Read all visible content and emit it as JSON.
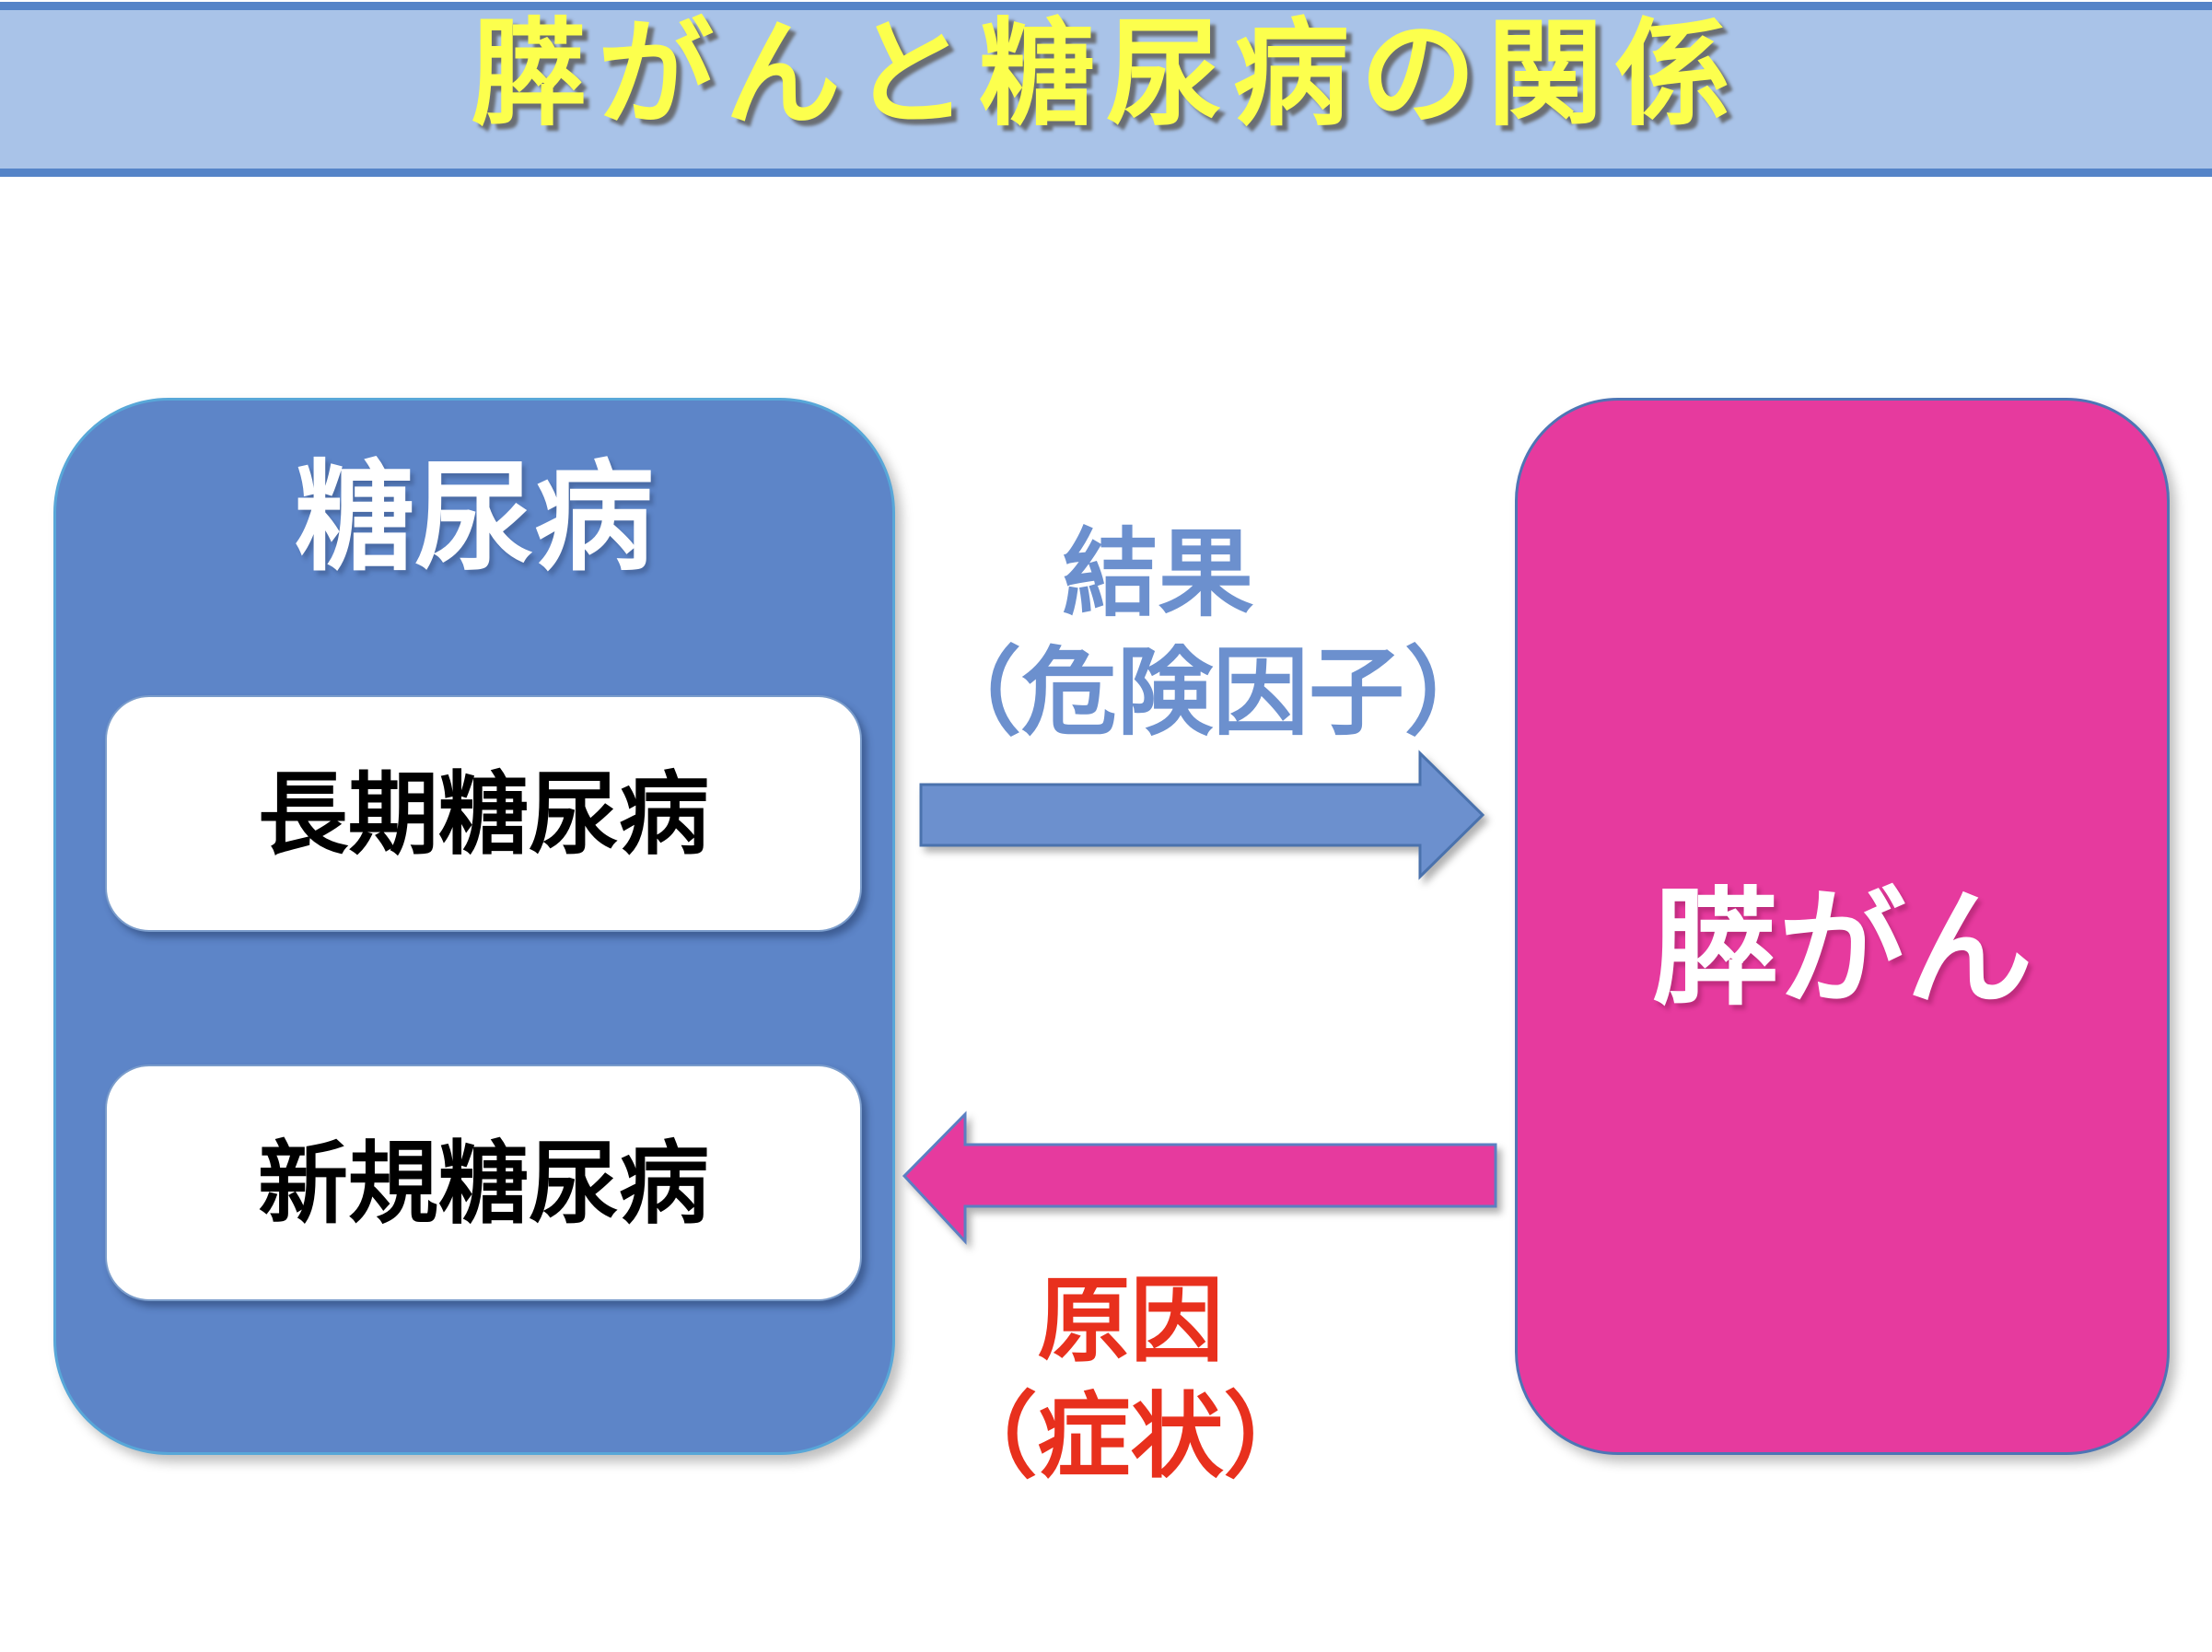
{
  "title": {
    "text": "膵がんと糖尿病の関係"
  },
  "diabetes_box": {
    "label": "糖尿病",
    "items": [
      {
        "label": "長期糖尿病"
      },
      {
        "label": "新規糖尿病"
      }
    ]
  },
  "cancer_box": {
    "label": "膵がん"
  },
  "arrows": {
    "result": {
      "direction": "right",
      "label_line1": "結果",
      "label_line2": "（危険因子）"
    },
    "cause": {
      "direction": "left",
      "label_line1": "原因",
      "label_line2": "（症状）"
    }
  },
  "colors": {
    "banner_background": "#a9c3e8",
    "banner_border": "#5584c8",
    "title_text": "#fcff4d",
    "diabetes_box_fill": "#5d85c8",
    "cancer_box_fill": "#e63a9e",
    "inner_box_fill": "#ffffff",
    "result_arrow_fill": "#6c90ce",
    "result_label_text": "#6c90ce",
    "cause_arrow_fill": "#e63a9e",
    "cause_label_text": "#e8301d",
    "inner_box_text": "#000000",
    "box_heading_text": "#ffffff"
  }
}
